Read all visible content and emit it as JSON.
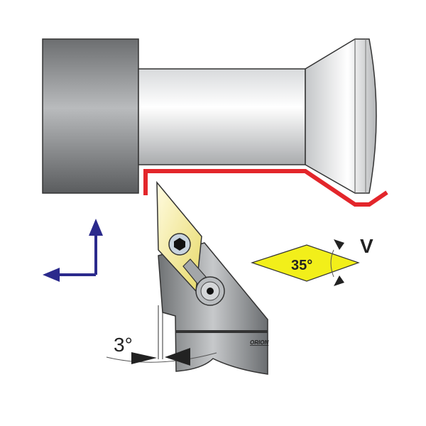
{
  "labels": {
    "insert_angle": "35°",
    "insert_shape": "V",
    "clearance_angle": "3°",
    "brand": "ORION"
  },
  "colors": {
    "insert_yellow": "#f2ef1a",
    "path_red": "#e3262b",
    "axis_blue": "#2b2a8c",
    "holder_gray": "#8a8d90"
  }
}
